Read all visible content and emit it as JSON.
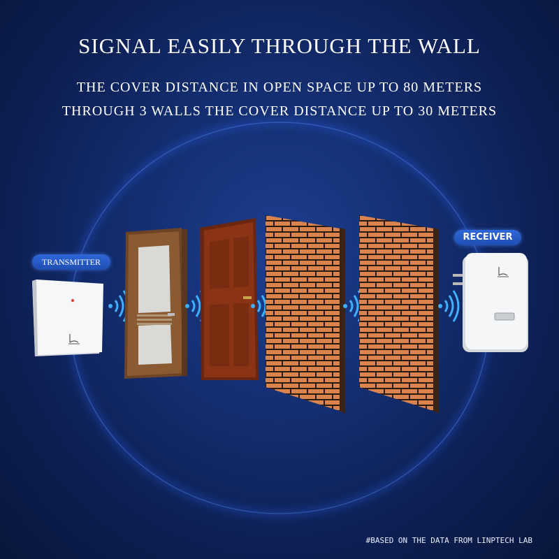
{
  "header": {
    "title": "SIGNAL EASILY THROUGH THE WALL",
    "line1": "THE COVER DISTANCE IN OPEN SPACE UP TO 80 METERS",
    "line2": "THROUGH 3 WALLS THE COVER DISTANCE UP TO 30 METERS"
  },
  "labels": {
    "transmitter": "TRANSMITTER",
    "receiver": "RECEIVER"
  },
  "footnote": "#BASED ON THE DATA FROM LINPTECH LAB",
  "colors": {
    "background": "#142f73",
    "brick": "#d9834e",
    "mortar": "#2a1a12",
    "door_wood": "#8a5a33",
    "door_red": "#8b3415",
    "wave": "#3fb0ff",
    "pill": "#2a5dc8"
  },
  "icons": {
    "signal": "signal-wave-icon",
    "transmitter": "wireless-button-icon",
    "receiver": "chime-receiver-icon"
  }
}
